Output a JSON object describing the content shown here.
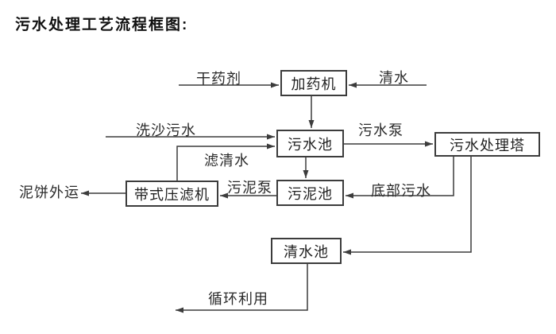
{
  "title": "污水处理工艺流程框图:",
  "diagram": {
    "line_color": "#3c3c3c",
    "background": "#ffffff",
    "nodes": {
      "dosing_machine": "加药机",
      "sewage_pool": "污水池",
      "treatment_tower": "污水处理塔",
      "sludge_pool": "污泥池",
      "belt_filter_press": "带式压滤机",
      "clear_water_pool": "清水池"
    },
    "edges": [
      {
        "id": "dry-agent-in",
        "label": "干药剂",
        "from": "external",
        "to": "dosing_machine"
      },
      {
        "id": "clear-water-in",
        "label": "清水",
        "from": "external",
        "to": "dosing_machine"
      },
      {
        "id": "dosing-to-sewage",
        "label": "",
        "from": "dosing_machine",
        "to": "sewage_pool"
      },
      {
        "id": "sand-washing-in",
        "label": "洗沙污水",
        "from": "external",
        "to": "sewage_pool"
      },
      {
        "id": "filtered-water",
        "label": "滤清水",
        "from": "belt_filter_press",
        "to": "sewage_pool"
      },
      {
        "id": "sewage-pump",
        "label": "污水泵",
        "from": "sewage_pool",
        "to": "treatment_tower"
      },
      {
        "id": "sewage-to-sludge",
        "label": "",
        "from": "sewage_pool",
        "to": "sludge_pool"
      },
      {
        "id": "bottom-sewage",
        "label": "底部污水",
        "from": "treatment_tower",
        "to": "sludge_pool"
      },
      {
        "id": "sludge-pump",
        "label": "污泥泵",
        "from": "sludge_pool",
        "to": "belt_filter_press"
      },
      {
        "id": "mud-cake-out",
        "label": "泥饼外运",
        "from": "belt_filter_press",
        "to": "external"
      },
      {
        "id": "tower-to-clear",
        "label": "",
        "from": "treatment_tower",
        "to": "clear_water_pool"
      },
      {
        "id": "recycle-out",
        "label": "循环利用",
        "from": "clear_water_pool",
        "to": "external"
      }
    ]
  }
}
